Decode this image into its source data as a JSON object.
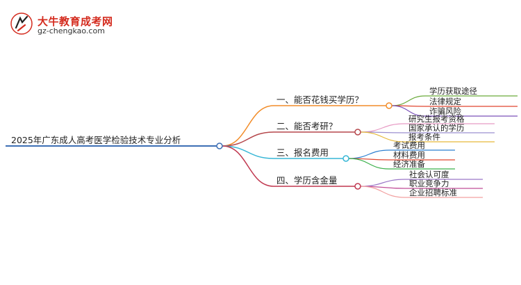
{
  "logo": {
    "title": "大牛教育成考网",
    "url": "gz-chengkao.com"
  },
  "root": {
    "label": "2025年广东成人高考医学检验技术专业分析"
  },
  "branches": [
    {
      "label": "一、能否花钱买学历？",
      "color": "#f28c28",
      "children": [
        "学历获取途径",
        "法律规定",
        "诈骗风险"
      ],
      "child_colors": [
        "#6aaa3a",
        "#e0452f",
        "#7b52b9"
      ]
    },
    {
      "label": "二、能否考研？",
      "color": "#b5474b",
      "children": [
        "研究生报考资格",
        "国家承认的学历",
        "报考条件"
      ],
      "child_colors": [
        "#e79ac4",
        "#9b8fd0",
        "#e6b93a"
      ]
    },
    {
      "label": "三、报名费用",
      "color": "#36b6d6",
      "children": [
        "考试费用",
        "材料费用",
        "经济准备"
      ],
      "child_colors": [
        "#2c7fd0",
        "#e0452f",
        "#3bb04a"
      ]
    },
    {
      "label": "四、学历含金量",
      "color": "#c0374f",
      "children": [
        "社会认可度",
        "职业竞争力",
        "企业招聘标准"
      ],
      "child_colors": [
        "#9a76c7",
        "#c14e98",
        "#f2a0a0"
      ]
    }
  ]
}
